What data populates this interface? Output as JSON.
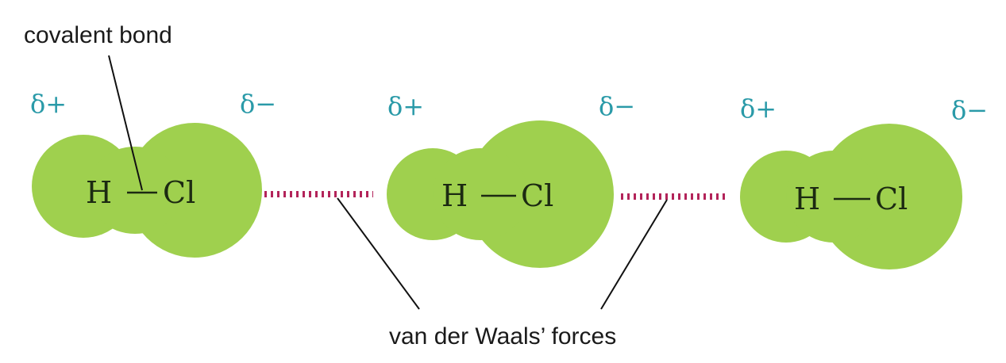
{
  "labels": {
    "covalent_bond": "covalent bond",
    "van_der_waals": "van der Waals’ forces"
  },
  "molecules": [
    {
      "left_atom": "H",
      "right_atom": "Cl",
      "left_charge": "δ+",
      "right_charge": "δ−"
    },
    {
      "left_atom": "H",
      "right_atom": "Cl",
      "left_charge": "δ+",
      "right_charge": "δ−"
    },
    {
      "left_atom": "H",
      "right_atom": "Cl",
      "left_charge": "δ+",
      "right_charge": "δ−"
    }
  ],
  "colors": {
    "molecule_fill": "#9fd04e",
    "charge_text": "#2a9aa8",
    "van_der_waals_dashes": "#b3245a"
  }
}
